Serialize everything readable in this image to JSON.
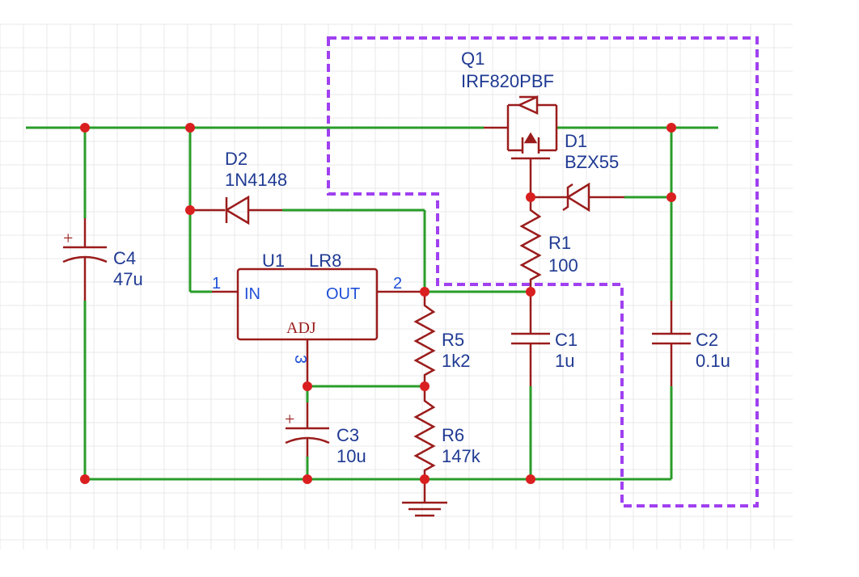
{
  "colors": {
    "wire": "#2a9d2a",
    "component": "#9b1c1c",
    "junction": "#d91f1f",
    "label": "#1f3a93",
    "pin_number": "#1f4fd8",
    "selection": "#a040f0",
    "grid": "#e8e8e8"
  },
  "components": {
    "q1": {
      "ref": "Q1",
      "value": "IRF820PBF"
    },
    "d1": {
      "ref": "D1",
      "value": "BZX55"
    },
    "d2": {
      "ref": "D2",
      "value": "1N4148"
    },
    "r1": {
      "ref": "R1",
      "value": "100"
    },
    "r5": {
      "ref": "R5",
      "value": "1k2"
    },
    "r6": {
      "ref": "R6",
      "value": "147k"
    },
    "c1": {
      "ref": "C1",
      "value": "1u"
    },
    "c2": {
      "ref": "C2",
      "value": "0.1u"
    },
    "c3": {
      "ref": "C3",
      "value": "10u"
    },
    "c4": {
      "ref": "C4",
      "value": "47u"
    },
    "u1": {
      "ref": "U1",
      "value": "LR8",
      "pin_in": "IN",
      "pin_out": "OUT",
      "pin_adj": "ADJ",
      "pin1": "1",
      "pin2": "2",
      "pin3": "3"
    }
  },
  "polarity_marks": {
    "plus": "+"
  }
}
